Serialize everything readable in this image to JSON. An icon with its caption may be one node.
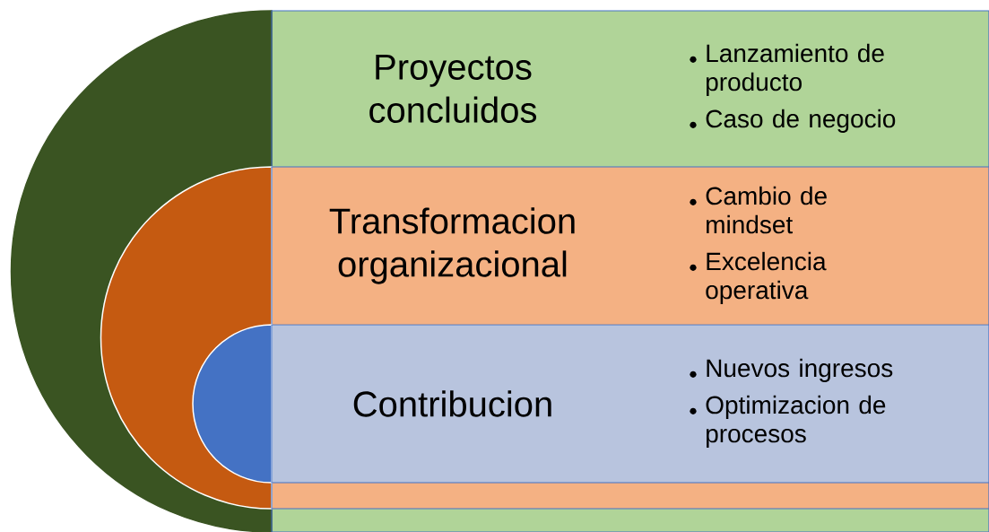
{
  "diagram": {
    "nodes": [
      {
        "text": [
          "Proyectos concluidos",
          "Lanzamiento de producto",
          "Caso de negocio"
        ]
      },
      {
        "text": [
          "Transformacion organizacional",
          "Cambio de mindset",
          "Excelencia operativa"
        ],
        "in": 0
      },
      {
        "text": [
          "Contribucion",
          "Nuevos ingresos",
          "Optimizacion de procesos"
        ],
        "in": 1
      }
    ]
  }
}
